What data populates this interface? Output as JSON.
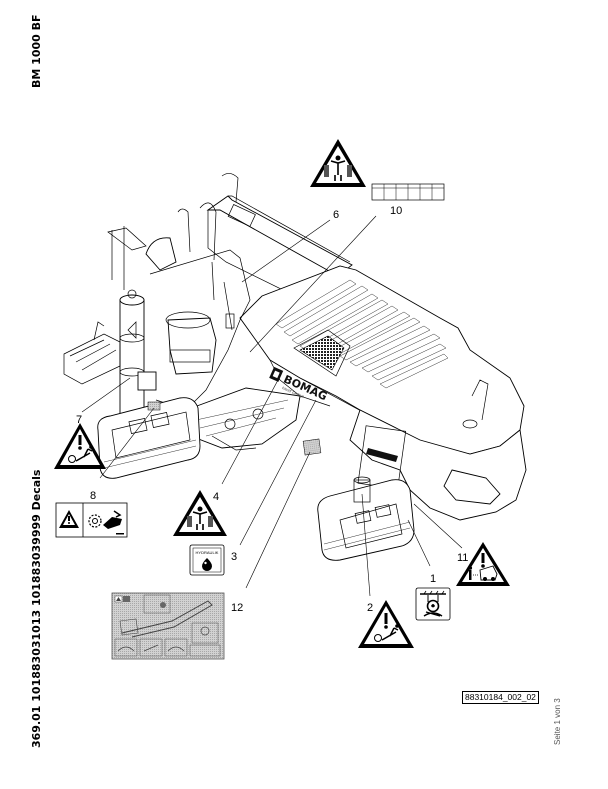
{
  "header": {
    "model": "BM 1000 BF",
    "document_title": "369.01 101883031013 101883039999 Decals"
  },
  "footer": {
    "drawing_number": "88310184_002_02",
    "page_indicator": "Seite 1 von 3"
  },
  "machine": {
    "brand_logo": "BOMAG",
    "brand_subtitle": "FAYAT GROUP"
  },
  "callouts": [
    {
      "number": "1",
      "decal": "hanging-load-warning-decal"
    },
    {
      "number": "2",
      "decal": "crushing-roller-warning-decal"
    },
    {
      "number": "3",
      "decal": "hydraulic-oil-decal"
    },
    {
      "number": "4",
      "decal": "danger-zone-warning-decal"
    },
    {
      "number": "6",
      "decal": "danger-zone-warning-decal"
    },
    {
      "number": "7",
      "decal": "crushing-roller-warning-decal"
    },
    {
      "number": "8",
      "decal": "milling-drum-warning-decal"
    },
    {
      "number": "10",
      "decal": "sound-power-table-decal"
    },
    {
      "number": "11",
      "decal": "machine-crushing-warning-decal"
    },
    {
      "number": "12",
      "decal": "operation-overview-decal"
    }
  ],
  "decals": {
    "hydraulic_label": "HYDRAULIK"
  }
}
